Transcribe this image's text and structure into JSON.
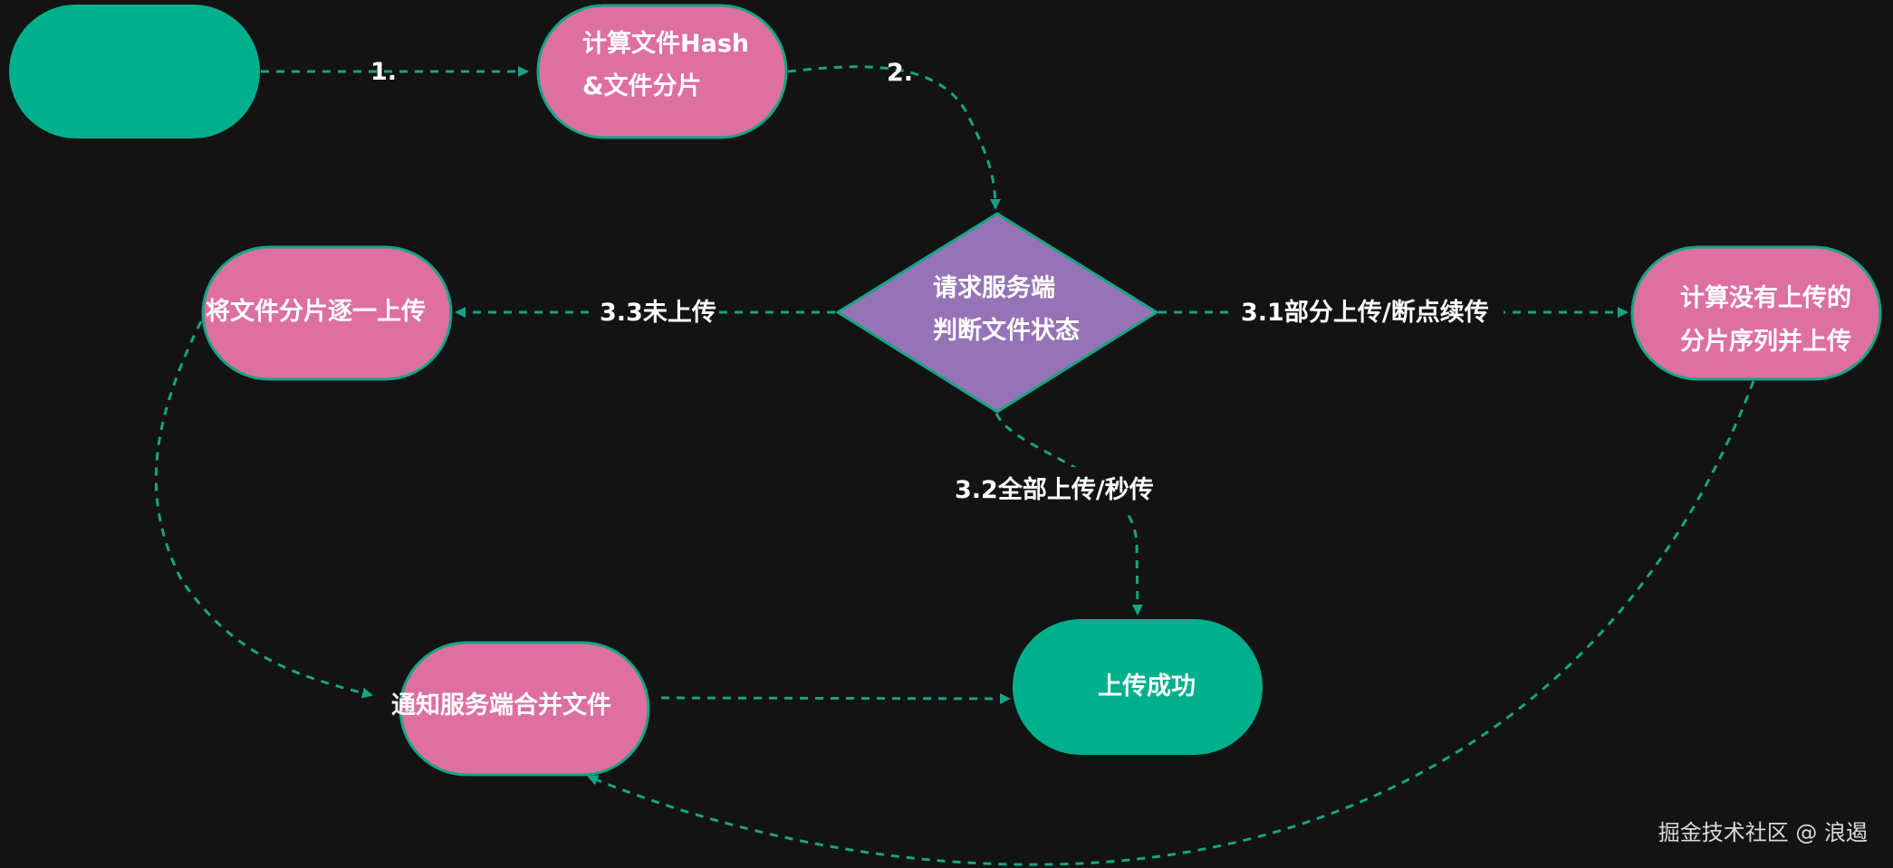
{
  "colors": {
    "background": "#131313",
    "terminal_fill": "#00af8c",
    "process_fill": "#dd6fa1",
    "decision_fill": "#9673b7",
    "border": "#14a585",
    "text": "#ffffff"
  },
  "nodes": {
    "start": "",
    "hash": [
      "计算文件Hash",
      "&文件分片"
    ],
    "check": [
      "请求服务端",
      "判断文件状态"
    ],
    "upload_all": "将文件分片逐一上传",
    "upload_rest": [
      "计算没有上传的",
      "分片序列并上传"
    ],
    "merge": "通知服务端合并文件",
    "success": "上传成功"
  },
  "edges": {
    "step1": "1.",
    "step2": "2.",
    "step31": "3.1部分上传/断点续传",
    "step32": "3.2全部上传/秒传",
    "step33": "3.3未上传"
  },
  "watermark": "掘金技术社区 @ 浪遏"
}
